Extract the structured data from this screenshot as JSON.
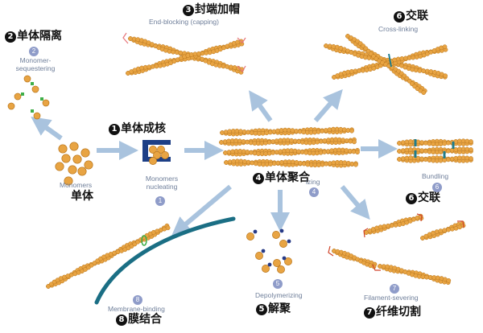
{
  "processes": {
    "capping": {
      "marker": "3",
      "cn": "封端加帽",
      "en": "End-blocking (capping)"
    },
    "sequestering": {
      "marker": "2",
      "cn": "单体隔离",
      "en_line1": "Monomer-",
      "en_line2": "sequestering",
      "num": "2"
    },
    "crosslink": {
      "marker": "6",
      "cn": "交联",
      "en": "Cross-linking"
    },
    "nucleating": {
      "marker": "1",
      "cn": "单体成核",
      "en_line1": "Monomers",
      "en_line2": "nucleating",
      "num": "1"
    },
    "monomers": {
      "en": "Monomers",
      "cn": "单体"
    },
    "polymerizing": {
      "marker": "4",
      "cn": "单体聚合",
      "en_fragment": "izing",
      "num": "4"
    },
    "bundling": {
      "marker": "6",
      "cn": "交联",
      "en": "Bundling",
      "num": "6"
    },
    "membrane": {
      "marker": "8",
      "cn": "膜结合",
      "en": "Membrane-binding",
      "num": "8"
    },
    "depolymerizing": {
      "marker": "5",
      "cn": "解聚",
      "en": "Depolymerizing",
      "num": "5"
    },
    "severing": {
      "marker": "7",
      "cn": "纤维切割",
      "en": "Filament-severing",
      "num": "7"
    }
  },
  "colors": {
    "actin": "#e8a443",
    "actin_dark": "#b9761c",
    "arrow": "#a9c3de",
    "capping_protein": "#e6747a",
    "sequestering_protein": "#3fae49",
    "crosslink_protein": "#1f7d8c",
    "membrane": "#1a6e84",
    "nucleator": "#1d3f86",
    "depoly_protein": "#273a86",
    "sever_protein": "#d0452b",
    "label_en": "#6f7f9a"
  }
}
